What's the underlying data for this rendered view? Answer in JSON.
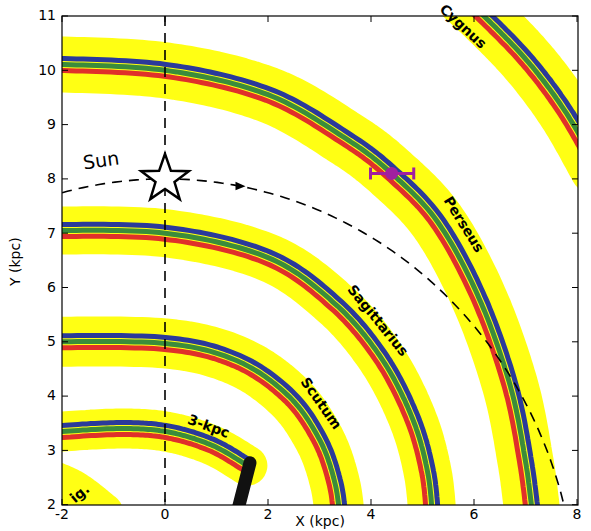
{
  "diagram": {
    "labels": [
      "Sun",
      "Cygnus",
      "Perseus",
      "Sagittarius",
      "Scutum",
      "3-kpc",
      "ig.",
      "-2",
      "0",
      "2",
      "4",
      "6",
      "8",
      "2",
      "3",
      "4",
      "5",
      "6",
      "7",
      "8",
      "9",
      "10",
      "11",
      "X (kpc)",
      "Y (kpc)"
    ]
  }
}
